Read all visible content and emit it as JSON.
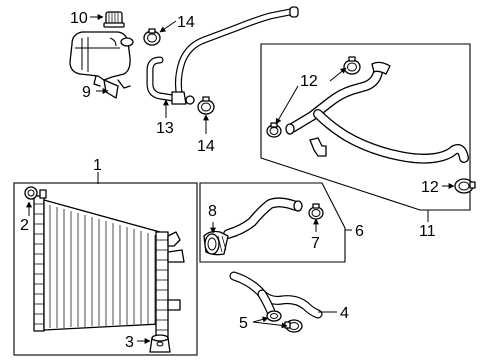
{
  "callouts": {
    "c1": "1",
    "c2": "2",
    "c3": "3",
    "c4": "4",
    "c5": "5",
    "c6": "6",
    "c7": "7",
    "c8": "8",
    "c9": "9",
    "c10": "10",
    "c11": "11",
    "c12a": "12",
    "c12b": "12",
    "c13": "13",
    "c14a": "14",
    "c14b": "14"
  }
}
